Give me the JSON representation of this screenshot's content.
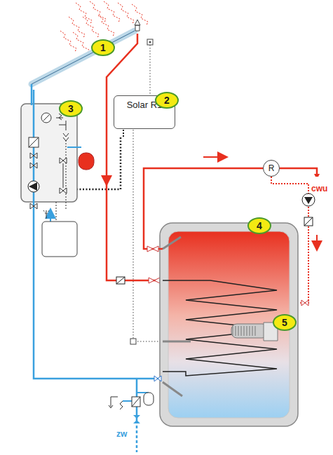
{
  "diagram": {
    "nodes": [
      {
        "text": [
          "1"
        ]
      },
      {
        "text": [
          "Solar R1"
        ]
      },
      {
        "text": [
          "2"
        ]
      },
      {
        "text": [
          "3"
        ]
      },
      {
        "text": [
          "R"
        ]
      },
      {
        "text": [
          "4"
        ]
      },
      {
        "text": [
          "5"
        ]
      }
    ],
    "labels": [
      "cwu",
      "zw"
    ]
  }
}
